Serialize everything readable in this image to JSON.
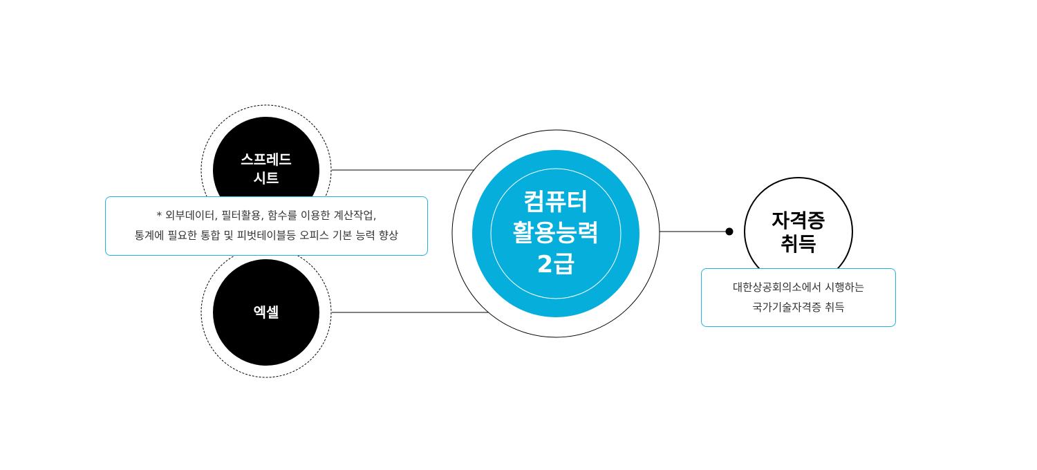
{
  "colors": {
    "accent": "#06aedc",
    "node": "#000000",
    "box_border": "#1fb3de"
  },
  "nodes": {
    "spreadsheet": {
      "line1": "스프레드",
      "line2": "시트"
    },
    "excel": {
      "label": "엑셀"
    },
    "center": {
      "line1": "컴퓨터",
      "line2": "활용능력",
      "line3": "2급"
    },
    "certificate": {
      "line1": "자격증",
      "line2": "취득"
    }
  },
  "descriptions": {
    "left": {
      "line1": "* 외부데이터, 필터활용, 함수를 이용한 계산작업,",
      "line2": "통계에 필요한 통합 및 피벗테이블등 오피스 기본 능력 향상"
    },
    "right": {
      "line1": "대한상공회의소에서 시행하는",
      "line2": "국가기술자격증 취득"
    }
  }
}
